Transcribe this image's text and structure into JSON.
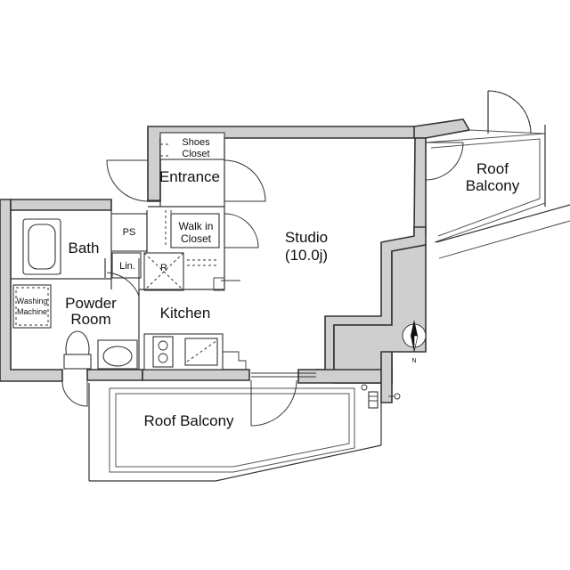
{
  "rooms": {
    "shoes_closet": {
      "line1": "Shoes",
      "line2": "Closet"
    },
    "entrance": "Entrance",
    "ps": "PS",
    "walk_in_closet": {
      "line1": "Walk in",
      "line2": "Closet"
    },
    "bath": "Bath",
    "linen": "Lin.",
    "refrigerator": "R",
    "washing_machine": {
      "line1": "Washing",
      "line2": "Machine"
    },
    "powder_room": {
      "line1": "Powder",
      "line2": "Room"
    },
    "kitchen": "Kitchen",
    "studio": {
      "name": "Studio",
      "area": "(10.0j)"
    },
    "roof_balcony_right": {
      "line1": "Roof",
      "line2": "Balcony"
    },
    "roof_balcony_bottom": "Roof Balcony"
  },
  "compass": {
    "north": "N"
  }
}
